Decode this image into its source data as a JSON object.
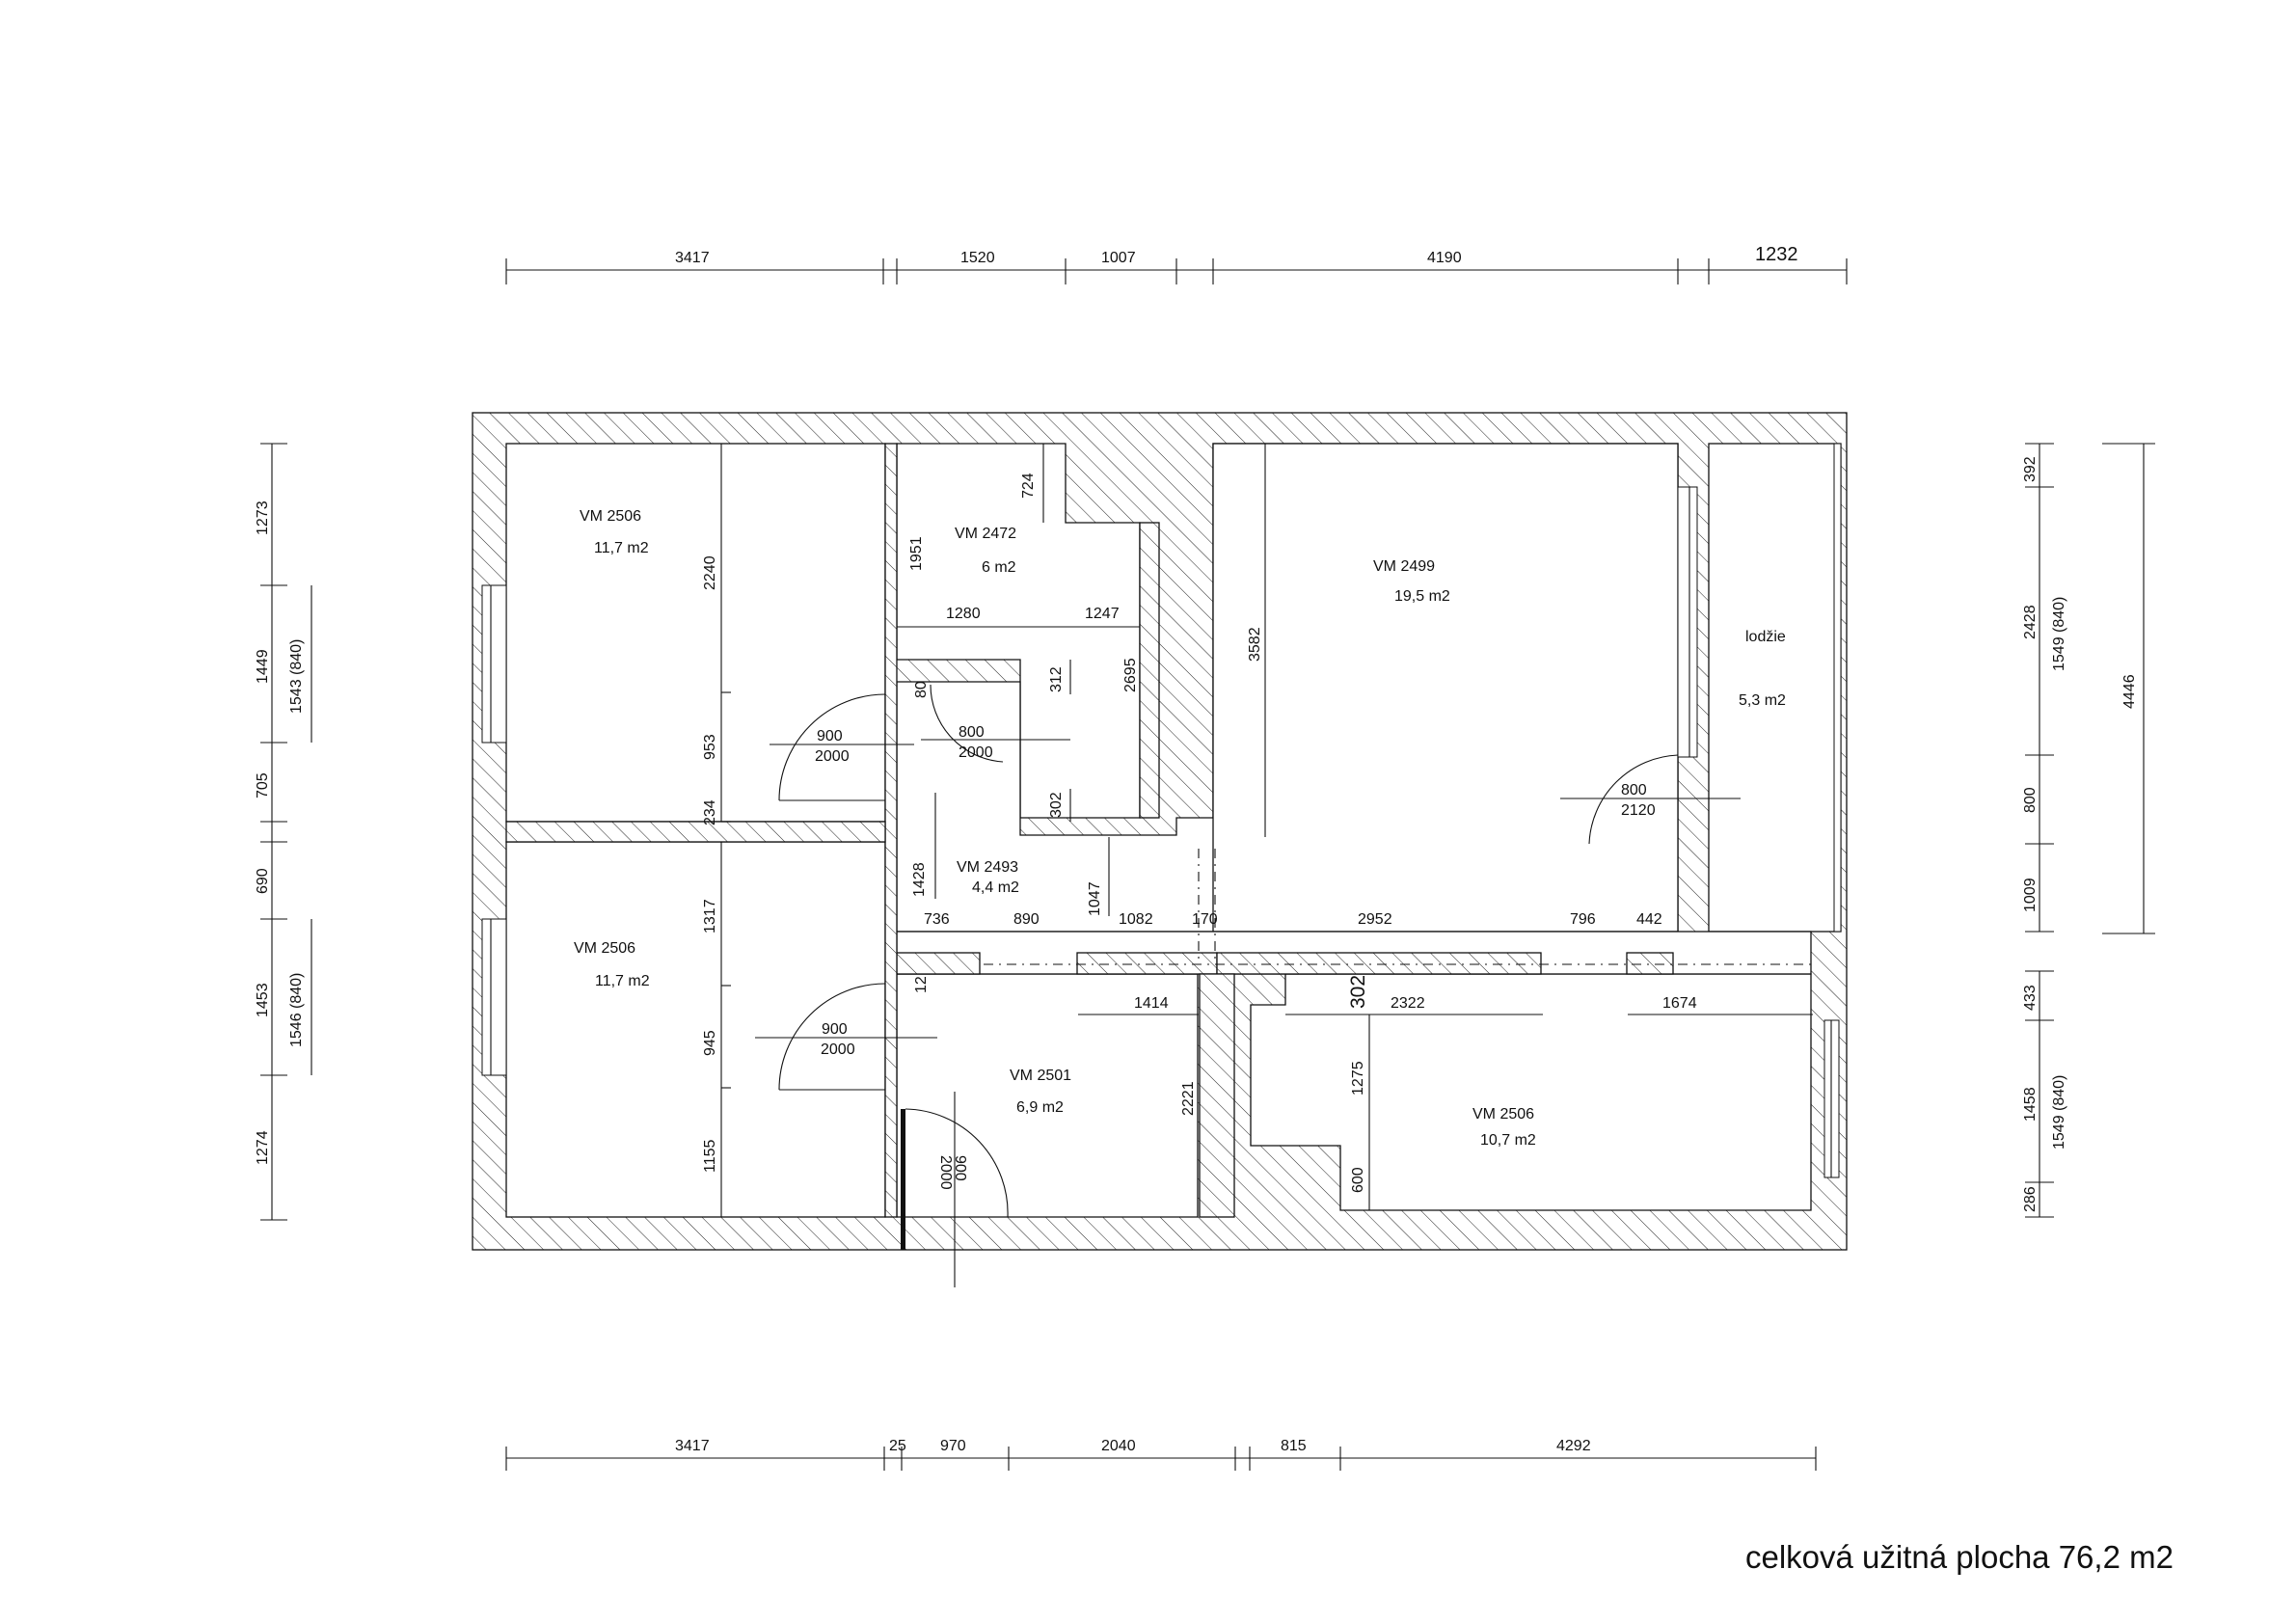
{
  "total_area": "celková užitná plocha 76,2 m2",
  "rooms": [
    {
      "code": "VM 2506",
      "area": "11,7 m2"
    },
    {
      "code": "VM 2506",
      "area": "11,7 m2"
    },
    {
      "code": "VM 2472",
      "area": "6 m2"
    },
    {
      "code": "VM 2493",
      "area": "4,4 m2"
    },
    {
      "code": "VM 2499",
      "area": "19,5 m2"
    },
    {
      "code": "lodžie",
      "area": "5,3 m2"
    },
    {
      "code": "VM 2501",
      "area": "6,9 m2"
    },
    {
      "code": "VM 2506",
      "area": "10,7 m2"
    }
  ],
  "dims_top": [
    "3417",
    "1520",
    "1007",
    "4190",
    "1232"
  ],
  "dims_bottom": [
    "3417",
    "25",
    "970",
    "2040",
    "815",
    "4292"
  ],
  "dims_left": [
    "1273",
    "1449",
    "705",
    "690",
    "1453",
    "1274"
  ],
  "dims_left_windows": [
    "1543 (840)",
    "1546 (840)"
  ],
  "dims_right": [
    "392",
    "2428",
    "800",
    "1009",
    "433",
    "1458",
    "286"
  ],
  "dims_right_windows": [
    "1549 (840)",
    "1549 (840)"
  ],
  "dims_right_total": "4446",
  "doors": [
    {
      "w": "900",
      "h": "2000"
    },
    {
      "w": "800",
      "h": "2000"
    },
    {
      "w": "800",
      "h": "2120"
    },
    {
      "w": "900",
      "h": "2000"
    },
    {
      "w": "900",
      "h": "2000"
    }
  ],
  "dims_inner": [
    "2240",
    "953",
    "234",
    "1317",
    "945",
    "1155",
    "724",
    "1951",
    "1280",
    "1247",
    "2695",
    "312",
    "80",
    "302",
    "3582",
    "1428",
    "1047",
    "736",
    "890",
    "1082",
    "170",
    "2952",
    "796",
    "442",
    "12",
    "1414",
    "302",
    "2322",
    "1674",
    "2221",
    "1275",
    "600"
  ]
}
